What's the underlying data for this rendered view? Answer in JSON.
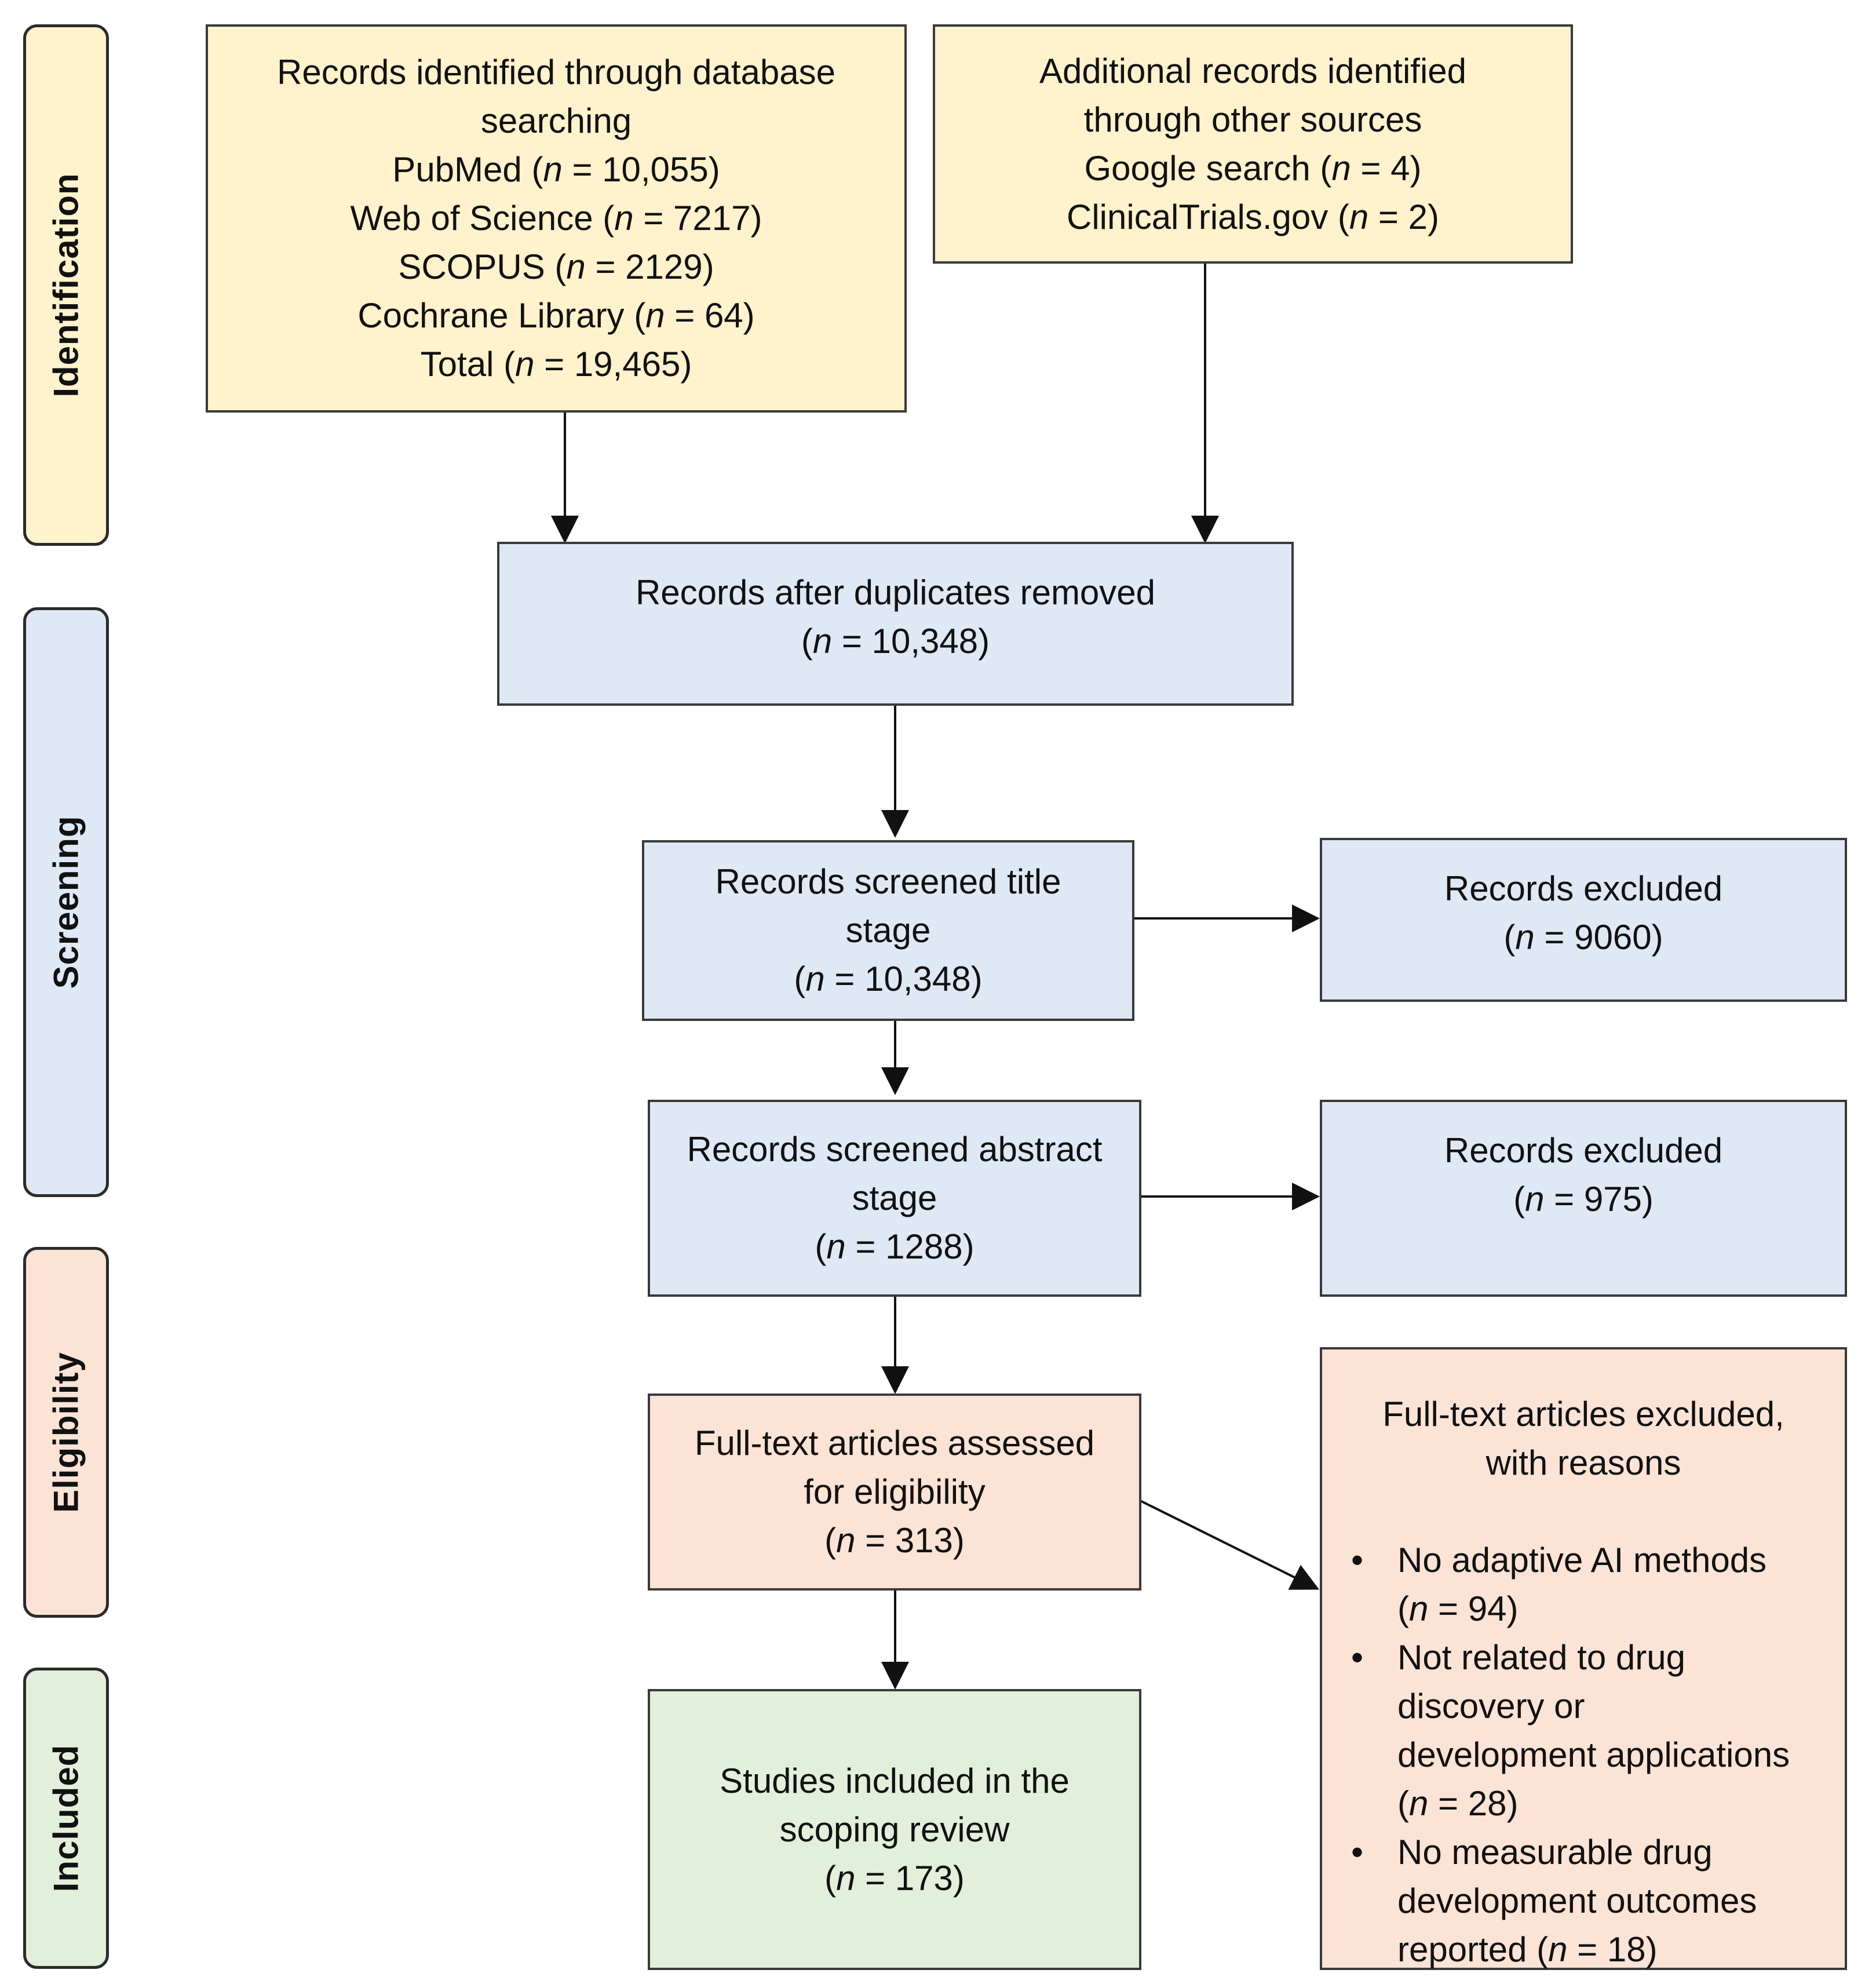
{
  "stages": {
    "identification": "Identification",
    "screening": "Screening",
    "eligibility": "Eligibility",
    "included": "Included"
  },
  "boxes": {
    "database_search": {
      "lines": [
        "Records identified through database",
        "searching",
        "PubMed (n = 10,055)",
        "Web of Science (n = 7217)",
        "SCOPUS (n = 2129)",
        "Cochrane Library (n = 64)",
        "Total (n = 19,465)"
      ]
    },
    "other_sources": {
      "lines": [
        "Additional records identified",
        "through other sources",
        "Google search (n = 4)",
        "ClinicalTrials.gov (n = 2)"
      ]
    },
    "duplicates_removed": {
      "lines": [
        "Records after duplicates removed",
        "(n = 10,348)"
      ]
    },
    "title_screen": {
      "lines": [
        "Records screened title",
        "stage",
        "(n = 10,348)"
      ]
    },
    "title_excluded": {
      "lines": [
        "Records excluded",
        "(n = 9060)"
      ]
    },
    "abstract_screen": {
      "lines": [
        "Records screened abstract",
        "stage",
        "(n = 1288)"
      ]
    },
    "abstract_excluded": {
      "lines": [
        "Records excluded",
        "(n = 975)"
      ]
    },
    "fulltext_assessed": {
      "lines": [
        "Full-text articles assessed",
        "for eligibility",
        "(n = 313)"
      ]
    },
    "fulltext_excluded": {
      "heading": [
        "Full-text articles excluded,",
        "with reasons"
      ],
      "reasons": [
        [
          "No adaptive AI methods",
          "(n = 94)"
        ],
        [
          "Not related to drug",
          "discovery or",
          "development applications",
          "(n = 28)"
        ],
        [
          "No measurable drug",
          "development outcomes",
          "reported (n = 18)"
        ]
      ]
    },
    "included_studies": {
      "lines": [
        "Studies included in the",
        "scoping review",
        "(n = 173)"
      ]
    }
  }
}
